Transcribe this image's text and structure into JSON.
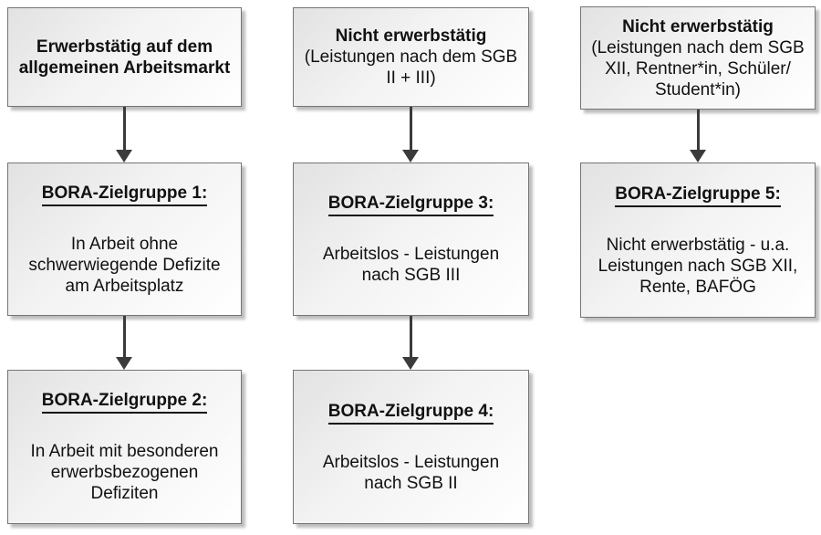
{
  "colors": {
    "page_bg": "#ffffff",
    "text": "#111111",
    "box_border": "#757575",
    "box_gradient_start": "#e2e2e2",
    "box_gradient_end": "#ffffff",
    "box_shadow": "#bdbdbd",
    "arrow": "#3b3b3b"
  },
  "boxes": {
    "market_employed": {
      "bold_lines": [
        "Erwerbstätig auf dem",
        "allgemeinen Arbeitsmarkt"
      ]
    },
    "not_employed_sgb_2_3": {
      "bold_line": "Nicht erwerbstätig",
      "normal_lines": [
        "(Leistungen nach dem SGB",
        "II + III)"
      ]
    },
    "not_employed_sgb_12": {
      "bold_line": "Nicht erwerbstätig",
      "normal_lines": [
        "(Leistungen nach dem SGB",
        "XII, Rentner*in, Schüler/",
        "Student*in)"
      ]
    },
    "group1": {
      "heading": "BORA-Zielgruppe 1:",
      "body_lines": [
        "In Arbeit ohne",
        "schwerwiegende Defizite",
        "am Arbeitsplatz"
      ]
    },
    "group2": {
      "heading": "BORA-Zielgruppe 2:",
      "body_lines": [
        "In Arbeit mit besonderen",
        "erwerbsbezogenen",
        "Defiziten"
      ]
    },
    "group3": {
      "heading": "BORA-Zielgruppe 3:",
      "body_lines": [
        "Arbeitslos - Leistungen",
        "nach SGB III"
      ]
    },
    "group4": {
      "heading": "BORA-Zielgruppe 4:",
      "body_lines": [
        "Arbeitslos - Leistungen",
        "nach SGB II"
      ]
    },
    "group5": {
      "heading": "BORA-Zielgruppe 5:",
      "body_lines": [
        "Nicht erwerbstätig - u.a.",
        "Leistungen nach SGB XII,",
        "Rente, BAFÖG"
      ]
    }
  }
}
